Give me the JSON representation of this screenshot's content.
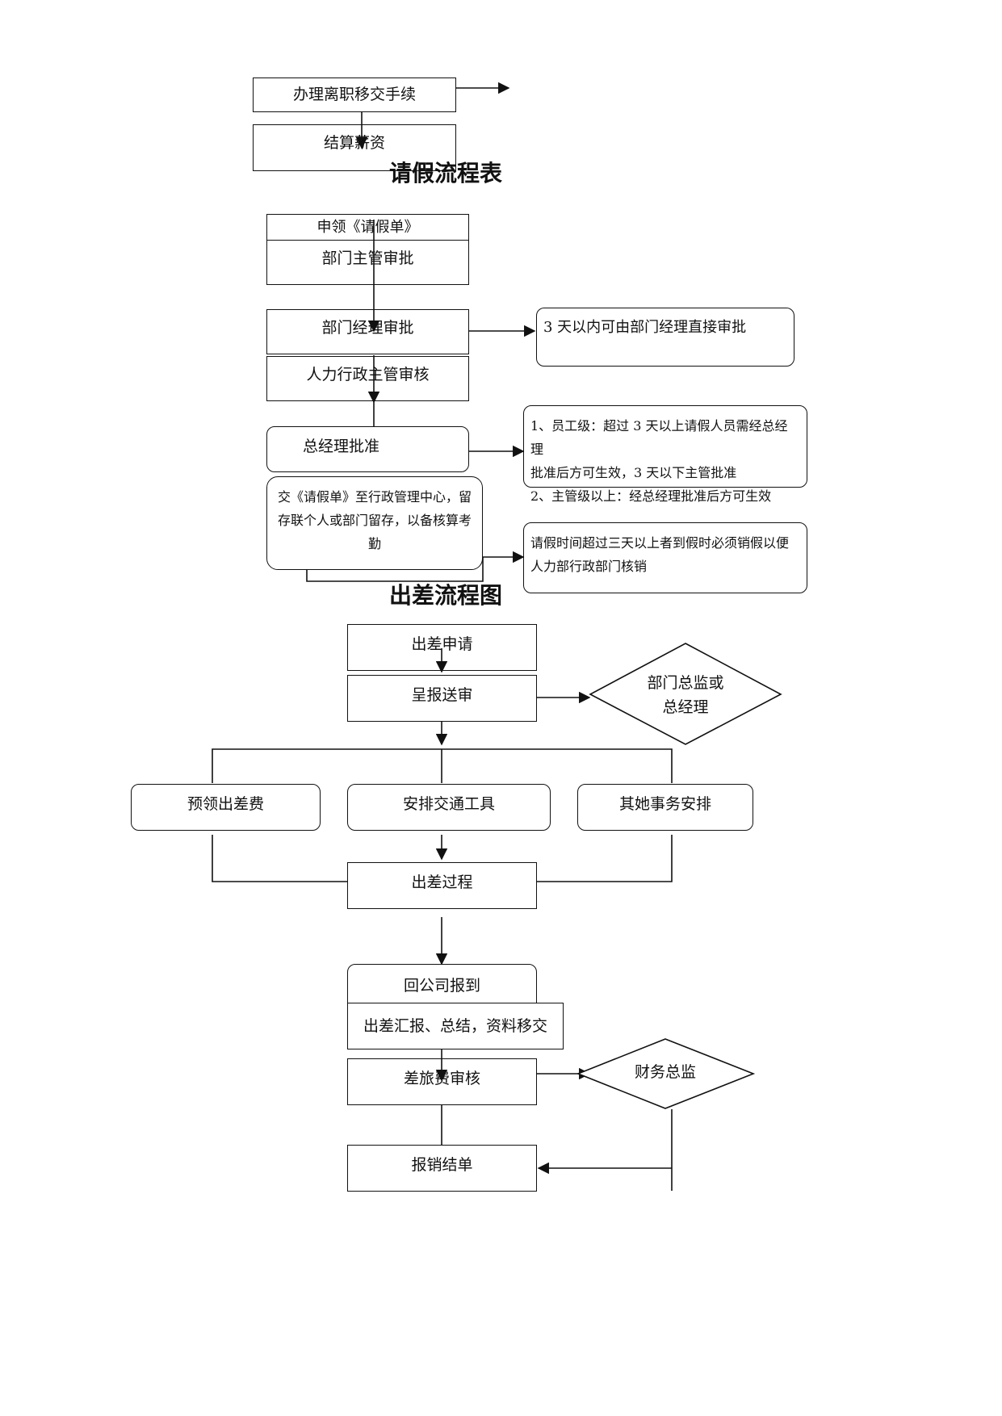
{
  "resignation": {
    "handover": "办理离职移交手续",
    "settle_salary": "结算薪资"
  },
  "leave": {
    "title": "请假流程表",
    "apply_form": "申领《请假单》",
    "supervisor_approve": "部门主管审批",
    "manager_approve": "部门经理审批",
    "manager_note": "3 天以内可由部门经理直接审批",
    "hr_review": "人力行政主管审核",
    "gm_approve": "总经理批准",
    "gm_note": [
      "1、员工级：超过 3 天以上请假人员需经总经理",
      "批准后方可生效，3 天以下主管批准",
      "2、主管级以上：经总经理批准后方可生效"
    ],
    "submit_form": [
      "交《请假单》至行政管理中心，留",
      "存联个人或部门留存，以备核算考",
      "勤"
    ],
    "cancel_note": [
      "请假时间超过三天以上者到假时必须销假以便",
      "人力部行政部门核销"
    ]
  },
  "trip": {
    "title": "出差流程图",
    "apply": "出差申请",
    "submit": "呈报送审",
    "approver": [
      "部门总监或",
      "总经理"
    ],
    "advance_fee": "预领出差费",
    "transport": "安排交通工具",
    "other": "其她事务安排",
    "process": "出差过程",
    "return": "回公司报到",
    "report": "出差汇报、总结，资料移交",
    "expense_review": "差旅费审核",
    "finance": "财务总监",
    "reimburse": "报销结单"
  }
}
